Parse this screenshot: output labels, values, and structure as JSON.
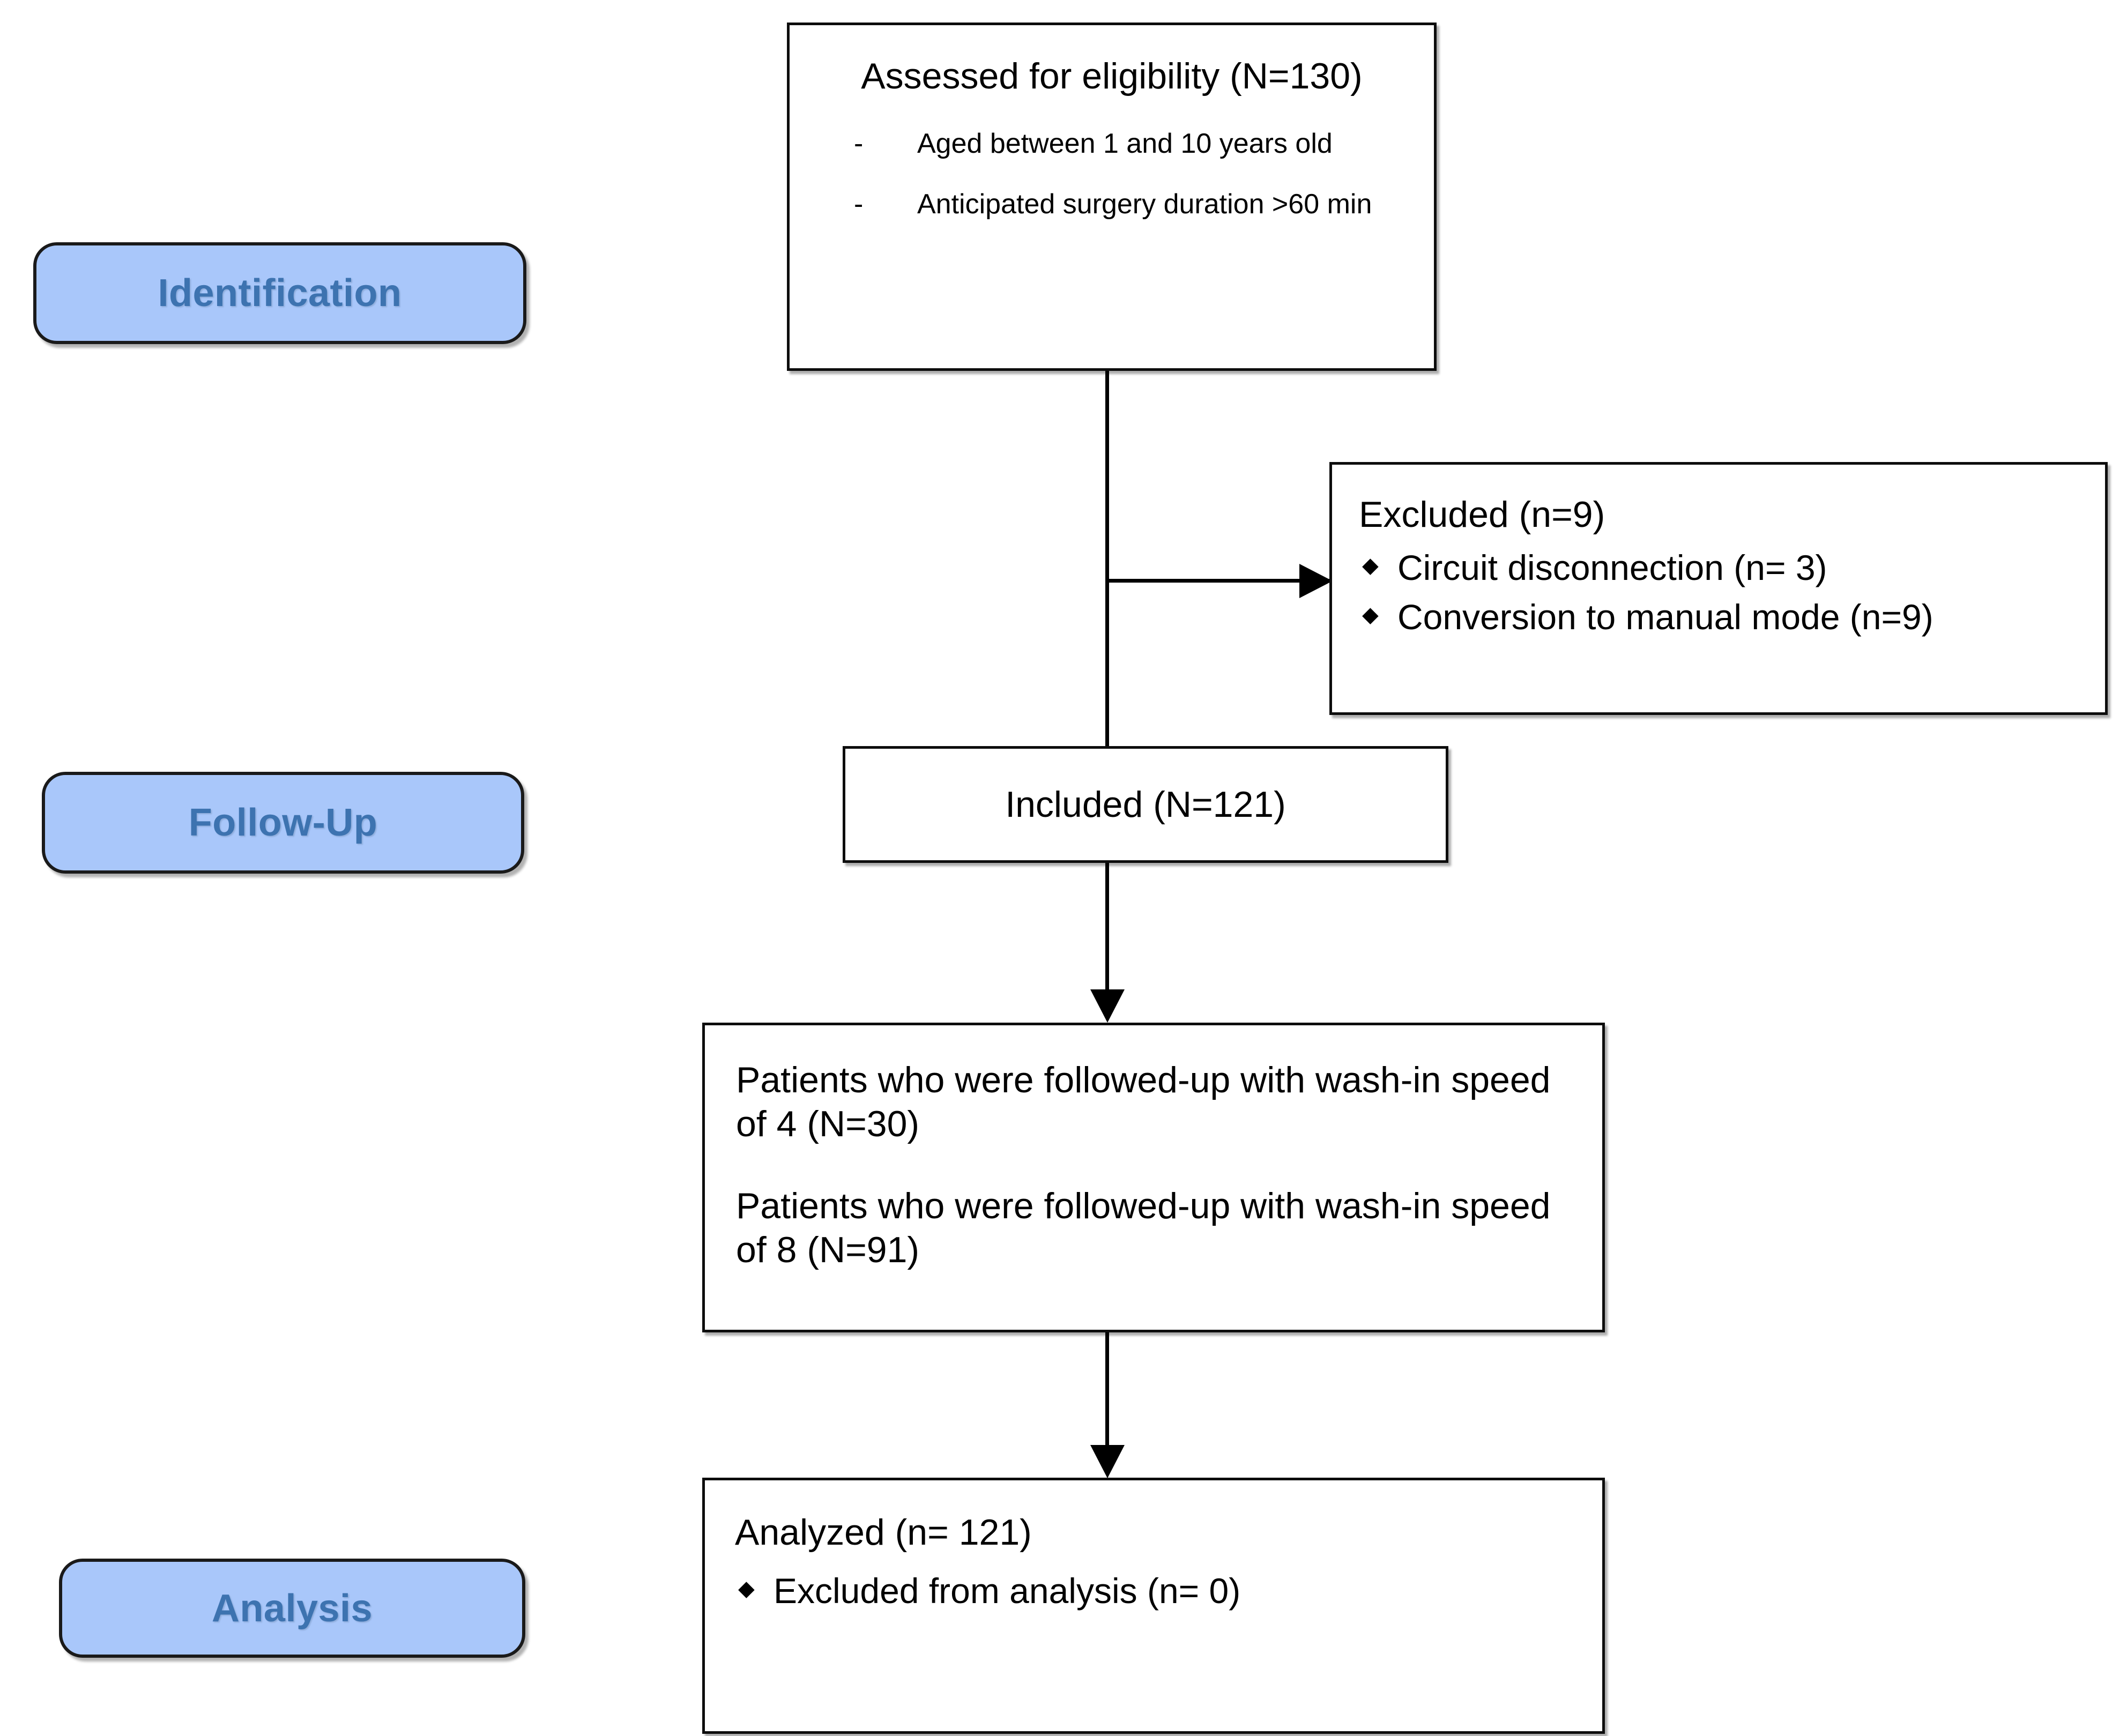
{
  "figure": {
    "type": "consort-flow-diagram",
    "accent_badge_fill": "#a9c7fa",
    "accent_badge_text": "#3d73b0",
    "line_color": "#000000",
    "box_fill": "#ffffff"
  },
  "stages": [
    {
      "id": "identification",
      "label": "Identification"
    },
    {
      "id": "follow-up",
      "label": "Follow-Up"
    },
    {
      "id": "analysis",
      "label": "Analysis"
    }
  ],
  "boxes": {
    "eligibility": {
      "title": "Assessed for eligibility (N=130)",
      "criteria": [
        "Aged between 1 and 10 years old",
        "Anticipated surgery duration >60 min"
      ]
    },
    "excluded": {
      "title": "Excluded (n=9)",
      "reasons": [
        "Circuit disconnection (n= 3)",
        "Conversion to manual mode (n=9)"
      ]
    },
    "included": {
      "title": "Included (N=121)"
    },
    "followup": {
      "line1": "Patients who were followed-up with wash-in speed of 4 (N=30)",
      "line2": "Patients who were followed-up with wash-in speed of 8 (N=91)"
    },
    "analyzed": {
      "title": "Analyzed (n= 121)",
      "notes": [
        "Excluded from analysis (n= 0)"
      ]
    }
  },
  "connectors": [
    {
      "id": "eligibility-to-included",
      "kind": "arrow-down"
    },
    {
      "id": "eligibility-to-excluded",
      "kind": "arrow-right"
    },
    {
      "id": "included-to-followup",
      "kind": "arrow-down"
    },
    {
      "id": "followup-to-analyzed",
      "kind": "arrow-down"
    }
  ]
}
